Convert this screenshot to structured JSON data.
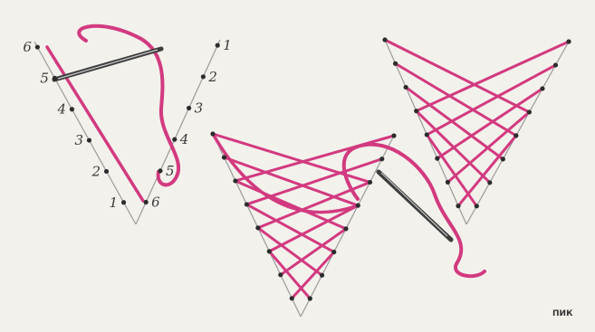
{
  "colors": {
    "paper": "#f3f1ec",
    "thread": "#d23a7f",
    "line": "#9a9a9a",
    "dot": "#2c2c2c",
    "needle": "#3d3d3d",
    "needle_highlight": "#c9c9c9"
  },
  "left_arm_labels": [
    "6",
    "5",
    "4",
    "3",
    "2",
    "1"
  ],
  "right_arm_labels": [
    "1",
    "2",
    "3",
    "4",
    "5",
    "6"
  ],
  "credit": "ПИК"
}
